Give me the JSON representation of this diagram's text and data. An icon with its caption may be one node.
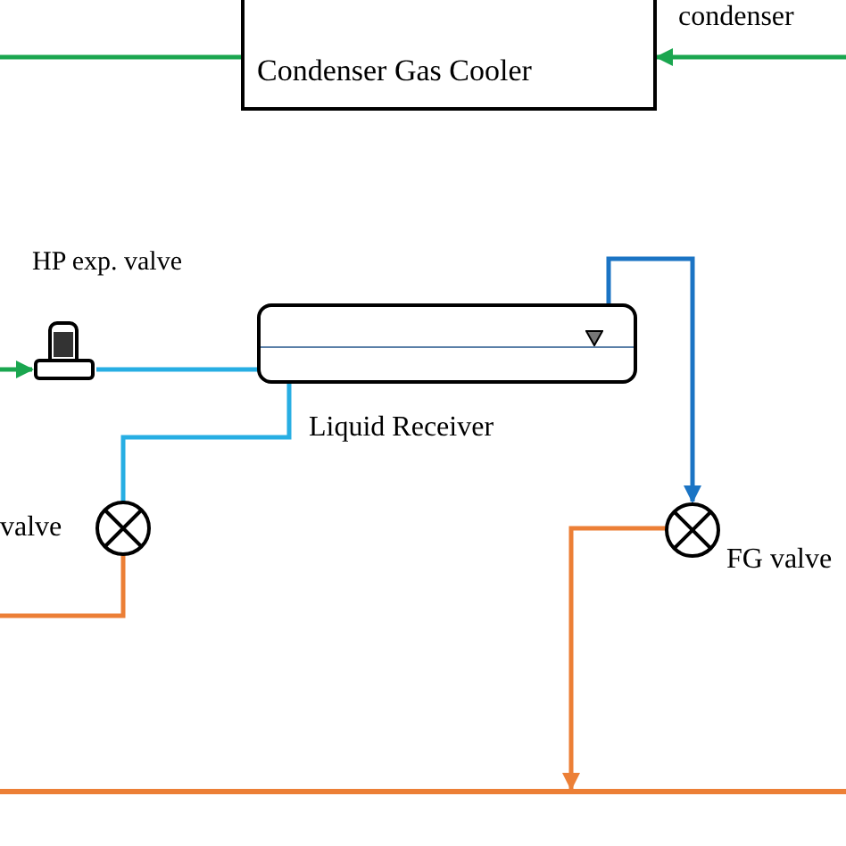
{
  "diagram": {
    "nodes": [
      {
        "text": [
          "Condenser Gas Cooler"
        ]
      },
      {
        "text": [
          "HP exp. valve"
        ]
      },
      {
        "text": [
          "Liquid Receiver"
        ]
      },
      {
        "text": [
          "valve"
        ]
      },
      {
        "text": [
          "FG valve"
        ]
      },
      {
        "text": [],
        "shape": "bar"
      }
    ],
    "edges": [
      {
        "from": 0,
        "to": null,
        "arrow": "none",
        "color": "#1aa64f"
      },
      {
        "from": null,
        "to": 0,
        "arrow": "to",
        "color": "#1aa64f",
        "label": "condenser"
      },
      {
        "from": null,
        "to": 1,
        "arrow": "to",
        "color": "#1aa64f"
      },
      {
        "from": 1,
        "to": 2,
        "arrow": "none",
        "color": "#27aee3"
      },
      {
        "from": 2,
        "to": 3,
        "arrow": "none",
        "color": "#27aee3"
      },
      {
        "from": 2,
        "to": 4,
        "arrow": "to",
        "color": "#1b74c4"
      },
      {
        "from": 3,
        "to": null,
        "arrow": "none",
        "color": "#ec7f36"
      },
      {
        "from": 4,
        "to": 5,
        "arrow": "to",
        "color": "#ec7f36"
      }
    ]
  }
}
